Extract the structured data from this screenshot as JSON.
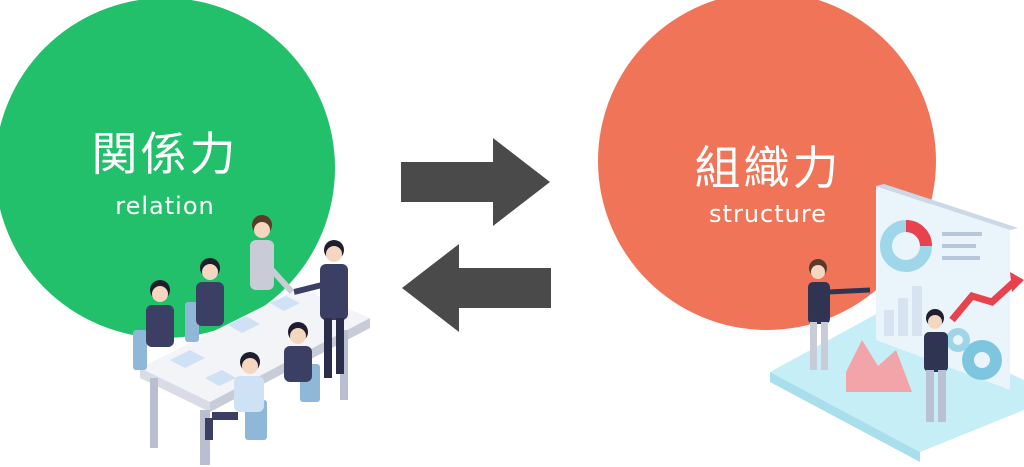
{
  "left": {
    "title_jp": "関係力",
    "title_en": "relation"
  },
  "right": {
    "title_jp": "組織力",
    "title_en": "structure"
  },
  "colors": {
    "left_circle": "#22c06b",
    "right_circle": "#f07558",
    "arrow": "#4a4a4a"
  }
}
